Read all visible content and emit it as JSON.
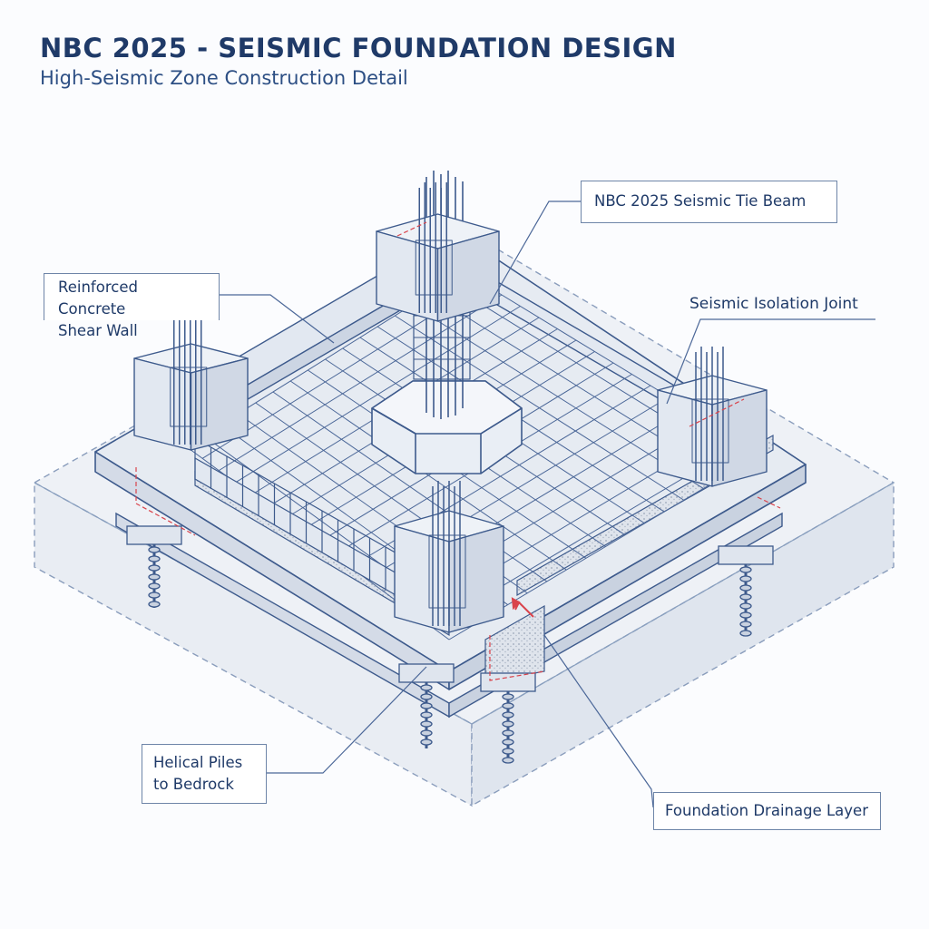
{
  "header": {
    "title": "NBC 2025 - SEISMIC FOUNDATION DESIGN",
    "subtitle": "High-Seismic Zone Construction Detail"
  },
  "callouts": {
    "tie_beam": "NBC 2025 Seismic Tie Beam",
    "shear_wall_line1": "Reinforced Concrete",
    "shear_wall_line2": "Shear Wall",
    "isolation_joint": "Seismic Isolation Joint",
    "piles_line1": "Helical Piles",
    "piles_line2": "to Bedrock",
    "drainage": "Foundation Drainage Layer"
  },
  "colors": {
    "line": "#3d5a8c",
    "concrete": "#e6ebf2",
    "concrete_side": "#d4dbe7",
    "accent_red": "#d9434b",
    "title": "#1f3a68"
  }
}
